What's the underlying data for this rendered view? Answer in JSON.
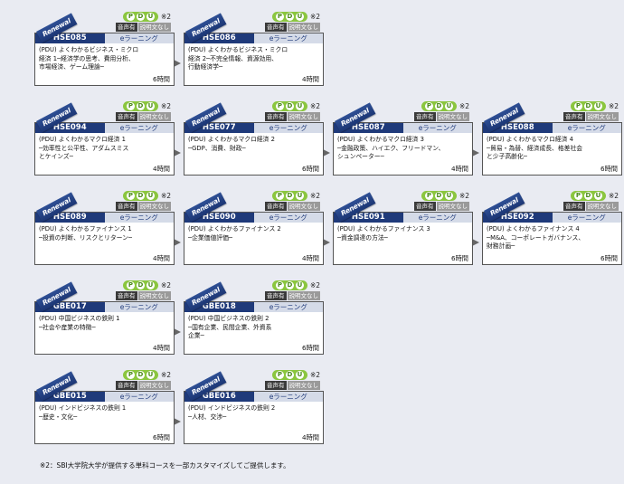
{
  "labels": {
    "ribbon": "Renewal",
    "pdu": "PDU",
    "note_mark": "※2",
    "badge_audio": "音声有",
    "badge_captions": "説明文なし",
    "mode": "eラーニング"
  },
  "courses": [
    {
      "code": "HSE085",
      "title": "(PDU) よくわかるビジネス・ミクロ\n経済 1─経済学の思考、費用分析、\n市場経済、ゲーム理論─",
      "hours": "6時間"
    },
    {
      "code": "HSE086",
      "title": "(PDU) よくわかるビジネス・ミクロ\n経済 2─不完全情報、資源効用、\n行動経済学─",
      "hours": "4時間"
    },
    {
      "code": "HSE094",
      "title": "(PDU) よくわかるマクロ経済 1\n─効率性と公平性、アダムスミス\nとケインズ─",
      "hours": "4時間"
    },
    {
      "code": "HSE077",
      "title": "(PDU) よくわかるマクロ経済 2\n─GDP、消費、財政─",
      "hours": "6時間"
    },
    {
      "code": "HSE087",
      "title": "(PDU) よくわかるマクロ経済 3\n─金融政策、ハイエク、フリードマン、\nシュンペーター─",
      "hours": "4時間"
    },
    {
      "code": "HSE088",
      "title": "(PDU) よくわかるマクロ経済 4\n─貿易・為替、経済成長、格差社会\nと少子高齢化─",
      "hours": "6時間"
    },
    {
      "code": "HSE089",
      "title": "(PDU) よくわかるファイナンス 1\n─投資の判断、リスクとリターン─",
      "hours": "4時間"
    },
    {
      "code": "HSE090",
      "title": "(PDU) よくわかるファイナンス 2\n─企業価値評価─",
      "hours": "4時間"
    },
    {
      "code": "HSE091",
      "title": "(PDU) よくわかるファイナンス 3\n─資金調達の方法─",
      "hours": "6時間"
    },
    {
      "code": "HSE092",
      "title": "(PDU) よくわかるファイナンス 4\n─M&A、コーポレートガバナンス、\n財務計画─",
      "hours": "6時間"
    },
    {
      "code": "GBE017",
      "title": "(PDU) 中国ビジネスの鉄則 1\n─社会や産業の特徴─",
      "hours": "4時間"
    },
    {
      "code": "GBE018",
      "title": "(PDU) 中国ビジネスの鉄則 2\n─国有企業、民間企業、外資系\n企業─",
      "hours": "6時間"
    },
    {
      "code": "GBE015",
      "title": "(PDU) インドビジネスの鉄則 1\n─歴史・文化─",
      "hours": "6時間"
    },
    {
      "code": "GBE016",
      "title": "(PDU) インドビジネスの鉄則 2\n─人材、交渉─",
      "hours": "4時間"
    }
  ],
  "footnote": "※2：SBI大学院大学が提供する単科コースを一部カスタマイズしてご提供します。",
  "colors": {
    "accent": "#1f3a7a",
    "pdu": "#8bc63f",
    "arrow": "#666666"
  }
}
